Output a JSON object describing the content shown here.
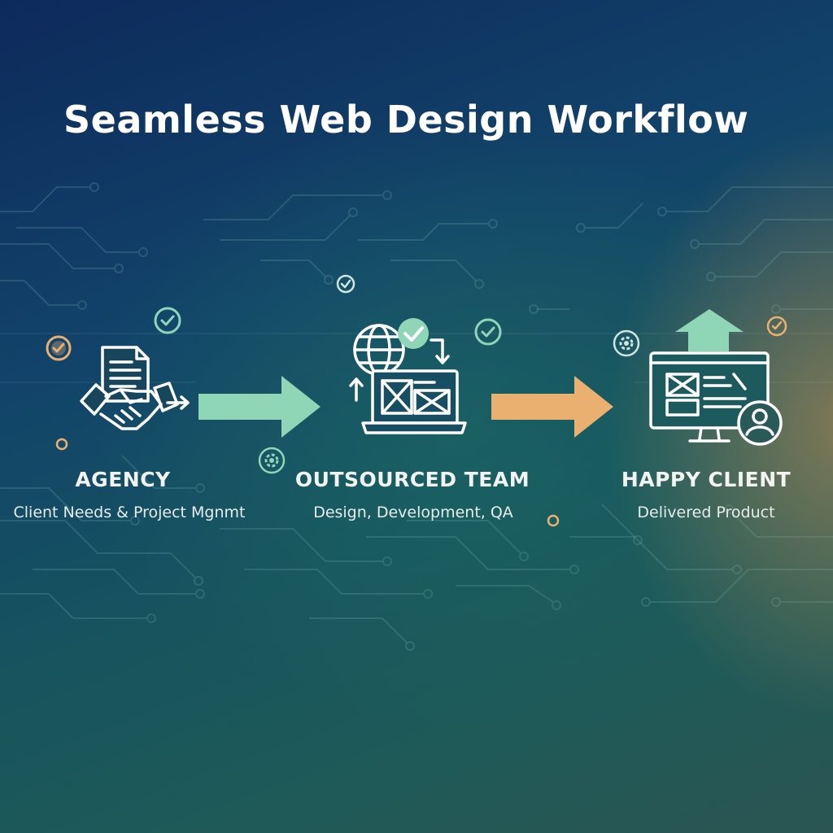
{
  "title": "Seamless Web Design Workflow",
  "colors": {
    "mint": "#8fd6b6",
    "orange": "#e9b070",
    "white": "#ffffff"
  },
  "stages": [
    {
      "label": "AGENCY",
      "description": "Client Needs & Project Mgnmt",
      "icon": "handshake-document-icon"
    },
    {
      "label": "OUTSOURCED TEAM",
      "description": "Design, Development, QA",
      "icon": "laptop-globe-wireframe-icon"
    },
    {
      "label": "HAPPY CLIENT",
      "description": "Delivered Product",
      "icon": "monitor-user-icon"
    }
  ],
  "arrows": [
    {
      "from": "AGENCY",
      "to": "OUTSOURCED TEAM",
      "color": "#8fd6b6"
    },
    {
      "from": "OUTSOURCED TEAM",
      "to": "HAPPY CLIENT",
      "color": "#e9b070"
    }
  ]
}
